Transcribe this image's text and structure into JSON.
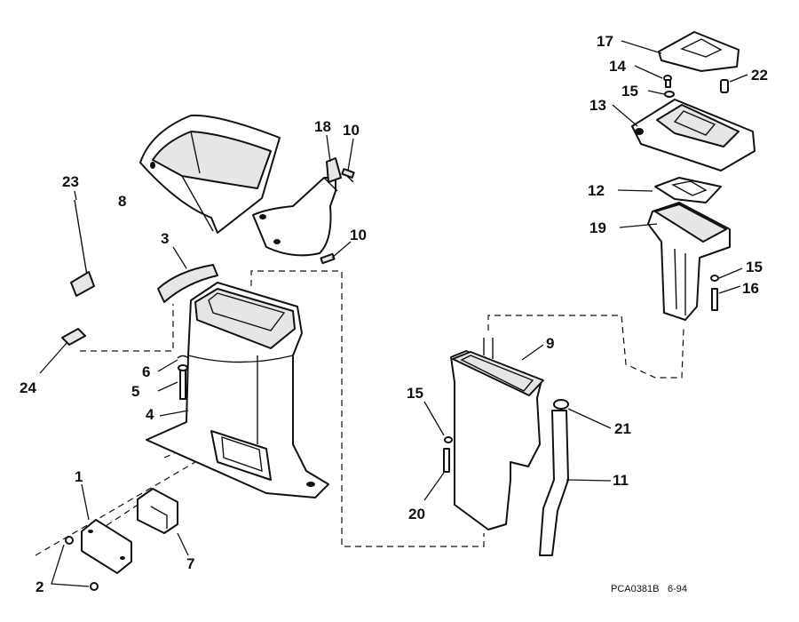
{
  "diagram": {
    "callouts": {
      "c1": "1",
      "c2": "2",
      "c3": "3",
      "c4": "4",
      "c5": "5",
      "c6": "6",
      "c7": "7",
      "c8": "8",
      "c9": "9",
      "c10a": "10",
      "c10b": "10",
      "c11": "11",
      "c12": "12",
      "c13": "13",
      "c14": "14",
      "c15a": "15",
      "c15b": "15",
      "c15c": "15",
      "c16": "16",
      "c17": "17",
      "c18": "18",
      "c19": "19",
      "c20": "20",
      "c21": "21",
      "c22": "22",
      "c23": "23",
      "c24": "24"
    },
    "drawing_code": "PCA0381B",
    "date_code": "6-94"
  }
}
